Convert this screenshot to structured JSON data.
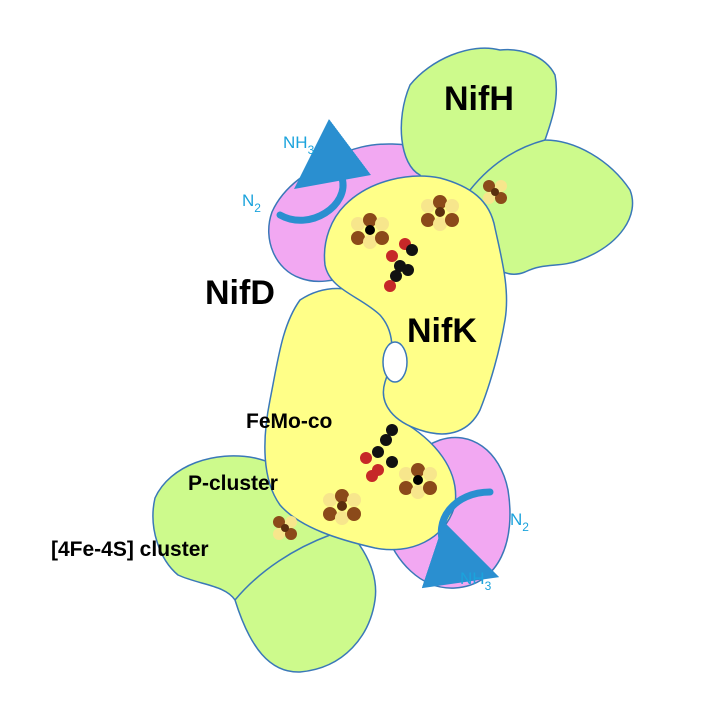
{
  "colors": {
    "nifh": "#cdfa8c",
    "nifd": "#ffff88",
    "nifk": "#ffff88",
    "pink": "#f2a8f2",
    "outline": "#3a78b8",
    "chem_text": "#1ba3dc",
    "arrow": "#2a8fd0"
  },
  "labels": {
    "nifh": "NifH",
    "nifd": "NifD",
    "nifk": "NifK",
    "femoco": "FeMo-co",
    "pcluster": "P-cluster",
    "fe4s4": "[4Fe-4S] cluster"
  },
  "chem_top": {
    "nh3_main": "NH",
    "nh3_sub": "3",
    "n2_main": "N",
    "n2_sub": "2"
  },
  "chem_bottom": {
    "n2_main": "N",
    "n2_sub": "2",
    "nh3_main": "NH",
    "nh3_sub": "3"
  }
}
